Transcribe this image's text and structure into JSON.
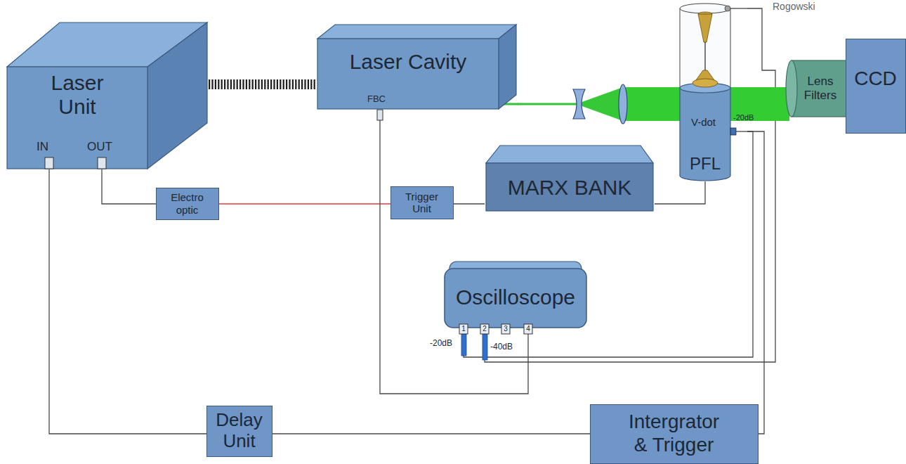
{
  "diagram": {
    "nodes": [
      {
        "text": [
          "Laser Unit"
        ]
      },
      {
        "text": [
          "Laser Cavity"
        ]
      },
      {
        "text": [
          "Lens Filters"
        ]
      },
      {
        "text": [
          "CCD"
        ]
      },
      {
        "text": [
          "PFL"
        ]
      },
      {
        "text": [
          "Electro optic"
        ]
      },
      {
        "text": [
          "Trigger Unit"
        ]
      },
      {
        "text": [
          "MARX BANK"
        ]
      },
      {
        "text": [
          "Oscilloscope"
        ]
      },
      {
        "text": [
          "Delay Unit"
        ]
      },
      {
        "text": [
          "Intergrator & Trigger"
        ]
      }
    ],
    "edges": [
      {
        "from": 0,
        "to": 1,
        "arrow": "none"
      },
      {
        "from": 1,
        "to": 2,
        "arrow": "none"
      },
      {
        "from": 0,
        "to": 5,
        "arrow": "none"
      },
      {
        "from": 5,
        "to": 6,
        "arrow": "none"
      },
      {
        "from": 6,
        "to": 7,
        "arrow": "none"
      },
      {
        "from": 7,
        "to": 4,
        "arrow": "none"
      },
      {
        "from": 1,
        "to": 8,
        "arrow": "none"
      },
      {
        "from": 4,
        "to": 8,
        "arrow": "none"
      },
      {
        "from": 4,
        "to": 8,
        "arrow": "none"
      },
      {
        "from": 4,
        "to": 10,
        "arrow": "none"
      },
      {
        "from": 10,
        "to": 9,
        "arrow": "none"
      },
      {
        "from": 9,
        "to": 0,
        "arrow": "none"
      }
    ],
    "labels": [
      "Rogowski",
      "IN",
      "OUT",
      "FBC",
      "V-dot",
      "-20dB",
      "1",
      "2",
      "3",
      "4",
      "-20dB",
      "-40dB"
    ]
  }
}
